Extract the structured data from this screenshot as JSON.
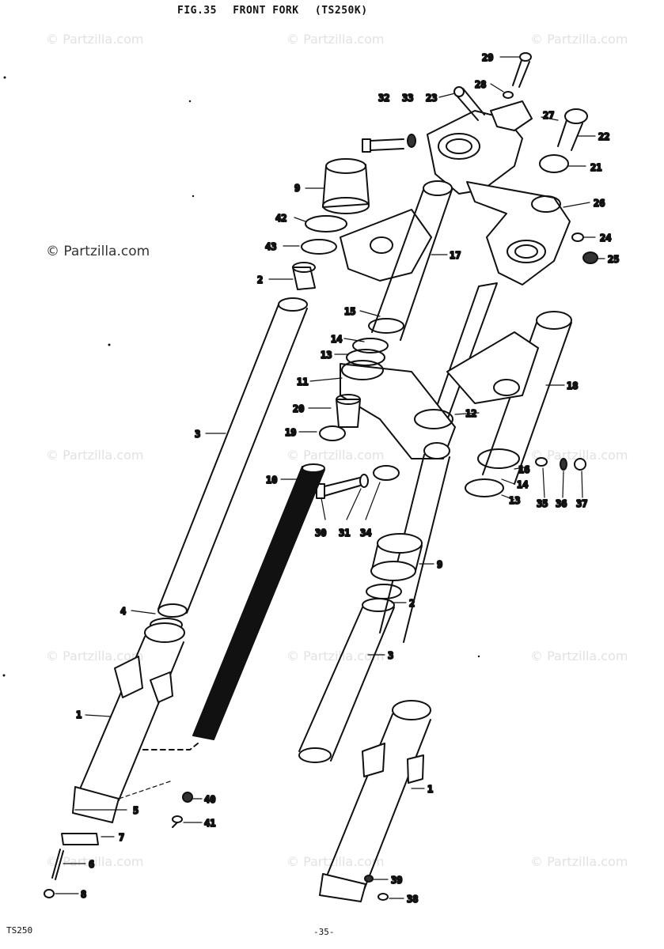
{
  "header": {
    "fig": "FIG.35",
    "title": "FRONT FORK",
    "model": "(TS250K)"
  },
  "watermark": "© Partzilla.com",
  "footer": {
    "model": "TS250",
    "page": "-35-"
  },
  "callouts": [
    "29",
    "28",
    "32",
    "33",
    "23",
    "27",
    "22",
    "21",
    "9",
    "26",
    "42",
    "24",
    "43",
    "25",
    "17",
    "2",
    "15",
    "14",
    "13",
    "18",
    "11",
    "3",
    "12",
    "20",
    "16",
    "19",
    "14",
    "10",
    "13",
    "30",
    "31",
    "34",
    "35",
    "36",
    "37",
    "9",
    "4",
    "2",
    "3",
    "1",
    "1",
    "40",
    "5",
    "41",
    "7",
    "6",
    "8",
    "39",
    "38"
  ]
}
